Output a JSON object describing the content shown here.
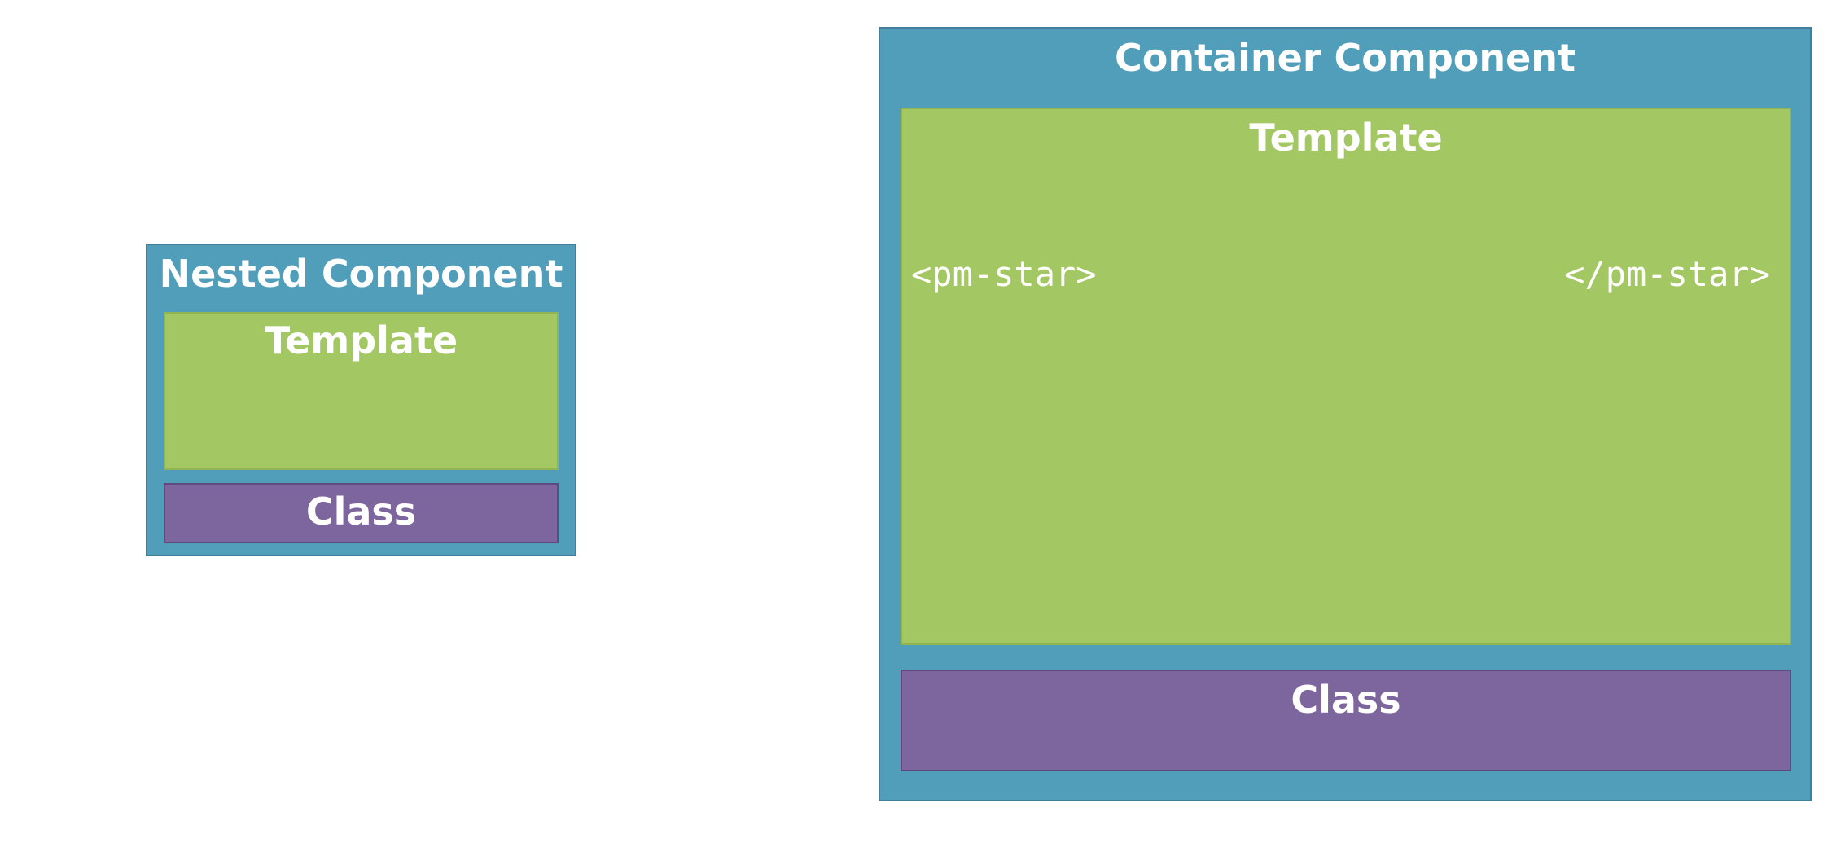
{
  "nested_component": {
    "title": "Nested Component",
    "template_label": "Template",
    "class_label": "Class"
  },
  "container_component": {
    "title": "Container Component",
    "template_label": "Template",
    "open_tag": "<pm-star>",
    "close_tag": "</pm-star>",
    "class_label": "Class"
  },
  "colors": {
    "component": "#519eba",
    "template": "#a3c762",
    "class": "#7d659d",
    "text": "#ffffff"
  }
}
